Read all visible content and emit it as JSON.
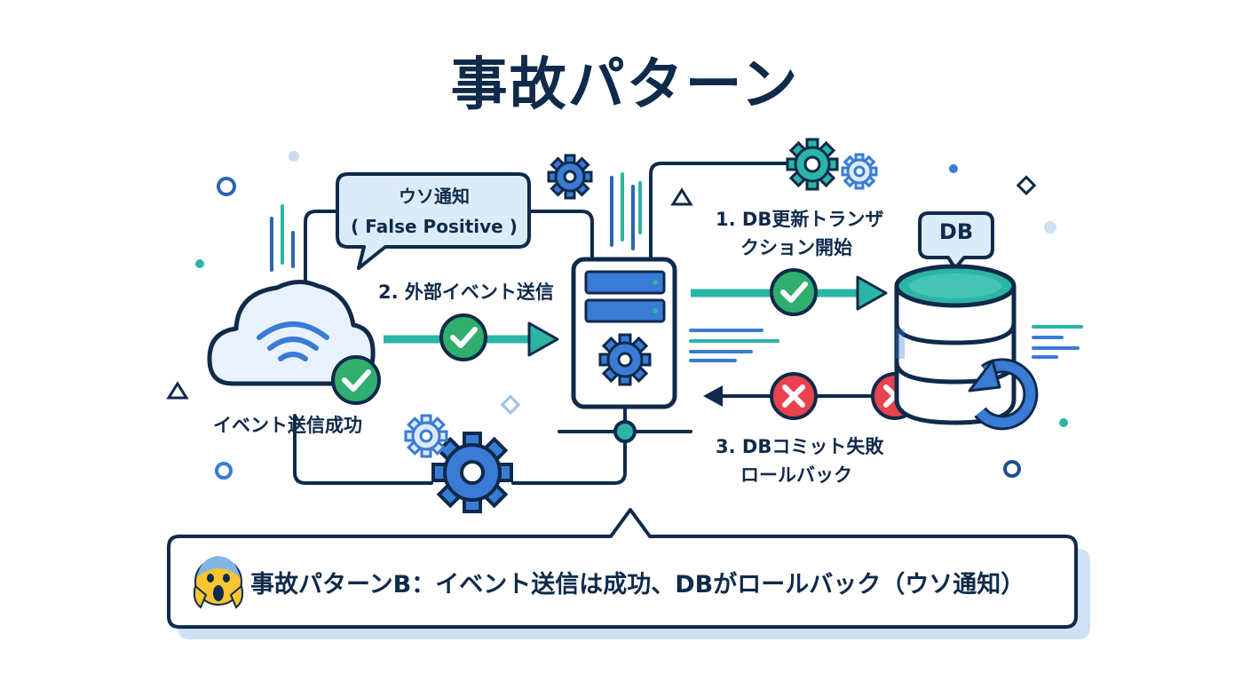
{
  "title": "事故パターン",
  "bubble": {
    "line1": "ウソ通知",
    "line2": "( False Positive )"
  },
  "labels": {
    "step2": "2. 外部イベント送信",
    "step1_line1": "1. DB更新トラン",
    "step1_line1b": "ザ",
    "step1_line2": "クション開始",
    "step3_line1": "3. DBコミット失敗",
    "step3_line2": "ロールバック",
    "cloud_caption": "イベント送信成功",
    "db_tag": "DB"
  },
  "footer": {
    "text": "事故パターンB：イベント送信は成功、DBがロールバック（ウソ通知）"
  },
  "colors": {
    "navy": "#0f2a4a",
    "blue": "#3a7bd5",
    "teal": "#2bb5a5",
    "green": "#2fae6e",
    "red": "#e8434f",
    "light_blue": "#dcebf9"
  }
}
